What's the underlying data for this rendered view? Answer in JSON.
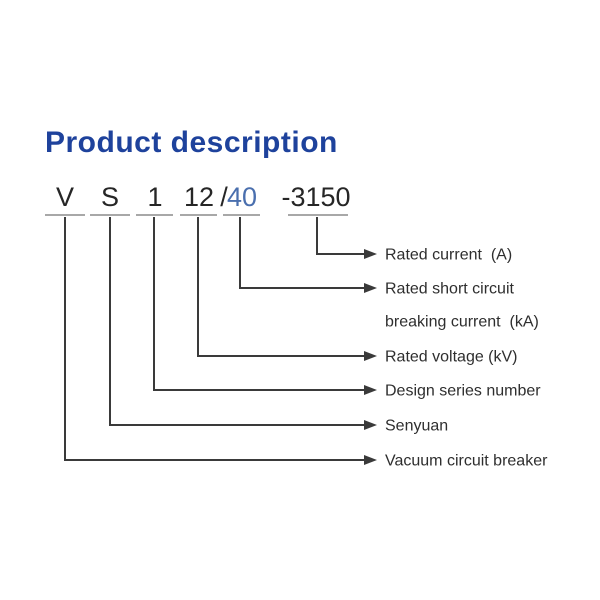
{
  "colors": {
    "background": "#ffffff",
    "title_blue": "#1e429c",
    "code_text": "#262626",
    "code_highlight": "#4a6fae",
    "underline_gray": "#a8a8a8",
    "connector_dark": "#3a3a3a",
    "label_text": "#2e2e2e"
  },
  "title": {
    "text": "Product description"
  },
  "product_code": {
    "full": "V S 1 12/40 -3150",
    "segments": [
      {
        "text": "V"
      },
      {
        "text": "S"
      },
      {
        "text": "1"
      },
      {
        "text": "12"
      },
      {
        "text": "/"
      },
      {
        "text": "40"
      },
      {
        "text": "-3150"
      }
    ]
  },
  "callouts": [
    {
      "code": "-3150",
      "label": "Rated current  (A)"
    },
    {
      "code": "40",
      "label_line1": "Rated short circuit",
      "label_line2": "breaking current  (kA)"
    },
    {
      "code": "12",
      "label": "Rated voltage (kV)"
    },
    {
      "code": "1",
      "label": "Design series number"
    },
    {
      "code": "S",
      "label": "Senyuan"
    },
    {
      "code": "V",
      "label": "Vacuum circuit breaker"
    }
  ]
}
